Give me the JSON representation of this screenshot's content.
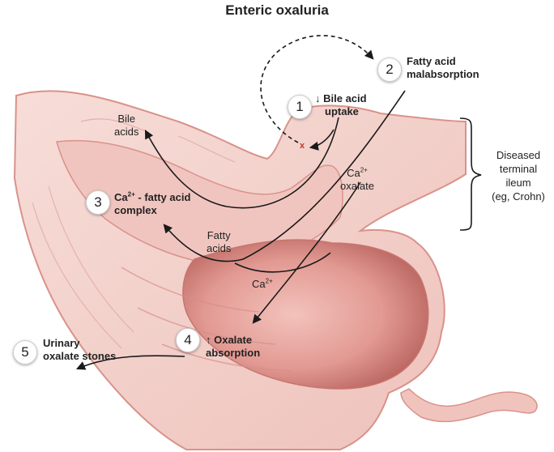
{
  "title": "Enteric oxaluria",
  "steps": [
    {
      "number": "1",
      "label_line1": "↓ Bile acid",
      "label_line2": "uptake"
    },
    {
      "number": "2",
      "label_line1": "Fatty acid",
      "label_line2": "malabsorption"
    },
    {
      "number": "3",
      "label_line1": "- fatty acid",
      "label_line2": "complex",
      "ion_base": "Ca",
      "ion_charge": "2+"
    },
    {
      "number": "4",
      "label_line1": "↑ Oxalate",
      "label_line2": "absorption"
    },
    {
      "number": "5",
      "label_line1": "Urinary",
      "label_line2": "oxalate stones"
    }
  ],
  "labels": {
    "bile_acids": [
      "Bile",
      "acids"
    ],
    "fatty_acids": [
      "Fatty",
      "acids"
    ],
    "ca_oxalate": {
      "ion_base": "Ca",
      "ion_charge": "2+",
      "line2": "oxalate"
    },
    "ca_free": {
      "ion_base": "Ca",
      "ion_charge": "2+"
    },
    "diseased_ileum": [
      "Diseased",
      "terminal",
      "ileum",
      "(eg, Crohn)"
    ],
    "block_mark": "x"
  },
  "colors": {
    "tissue_outer": "#f3cfc8",
    "tissue_inner": "#e9a9a3",
    "tissue_deep": "#c9756f",
    "tissue_edge": "#d9928a",
    "arrow": "#1a1a1a",
    "block_mark": "#c0392b"
  }
}
